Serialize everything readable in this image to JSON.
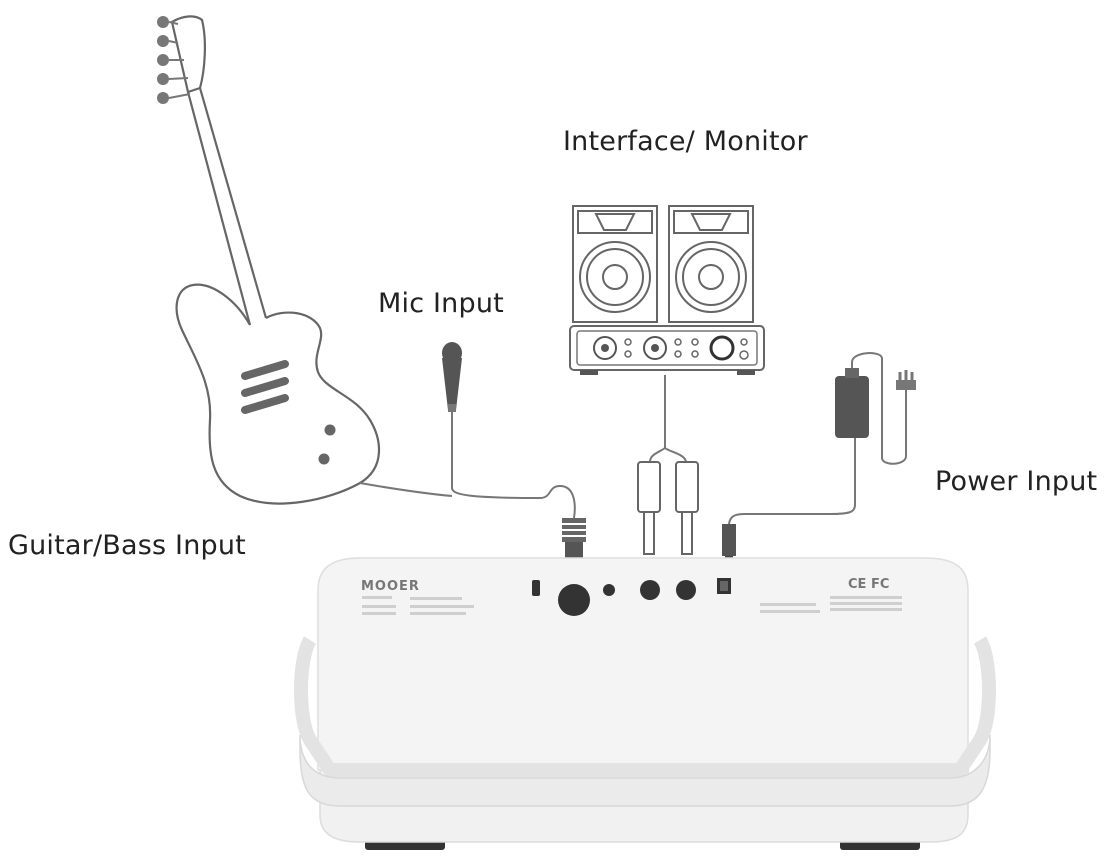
{
  "labels": {
    "interface_monitor": "Interface/ Monitor",
    "mic_input": "Mic Input",
    "power_input": "Power Input",
    "guitar_bass_input": "Guitar/Bass Input"
  },
  "device": {
    "brand": "MOOER",
    "certification": "CE FC"
  },
  "colors": {
    "line": "#666666",
    "device_body": "#f0f0f0",
    "device_shadow": "#dcdcdc",
    "dark": "#333333"
  }
}
